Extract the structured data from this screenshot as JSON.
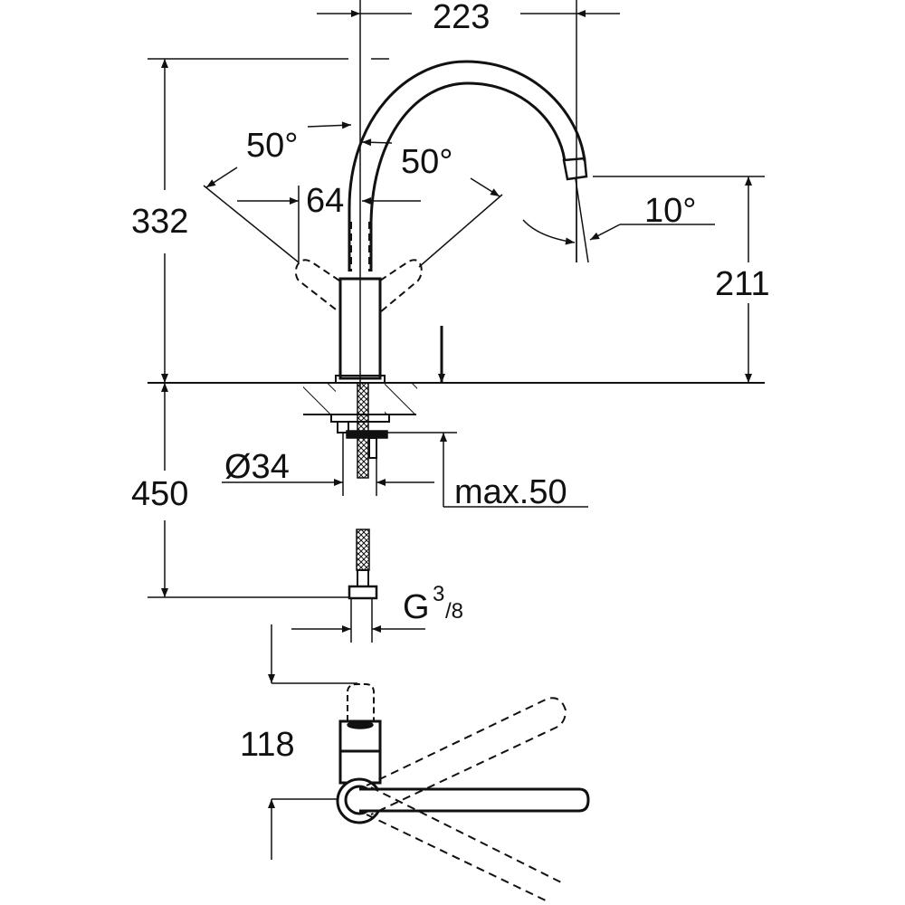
{
  "title": "Kitchen mixer tap dimension drawing",
  "dimensions": {
    "spout_reach": "223",
    "total_height": "332",
    "spout_height": "211",
    "hose_length": "450",
    "handle_offset": "64",
    "angle_left": "50°",
    "angle_right": "50°",
    "spout_angle": "10°",
    "shank_diameter": "Ø34",
    "max_countertop": "max.50",
    "connection_g": "G",
    "connection_num": "3",
    "connection_den": "/8",
    "top_view_depth": "118"
  },
  "colors": {
    "line": "#111111",
    "background": "#ffffff"
  }
}
